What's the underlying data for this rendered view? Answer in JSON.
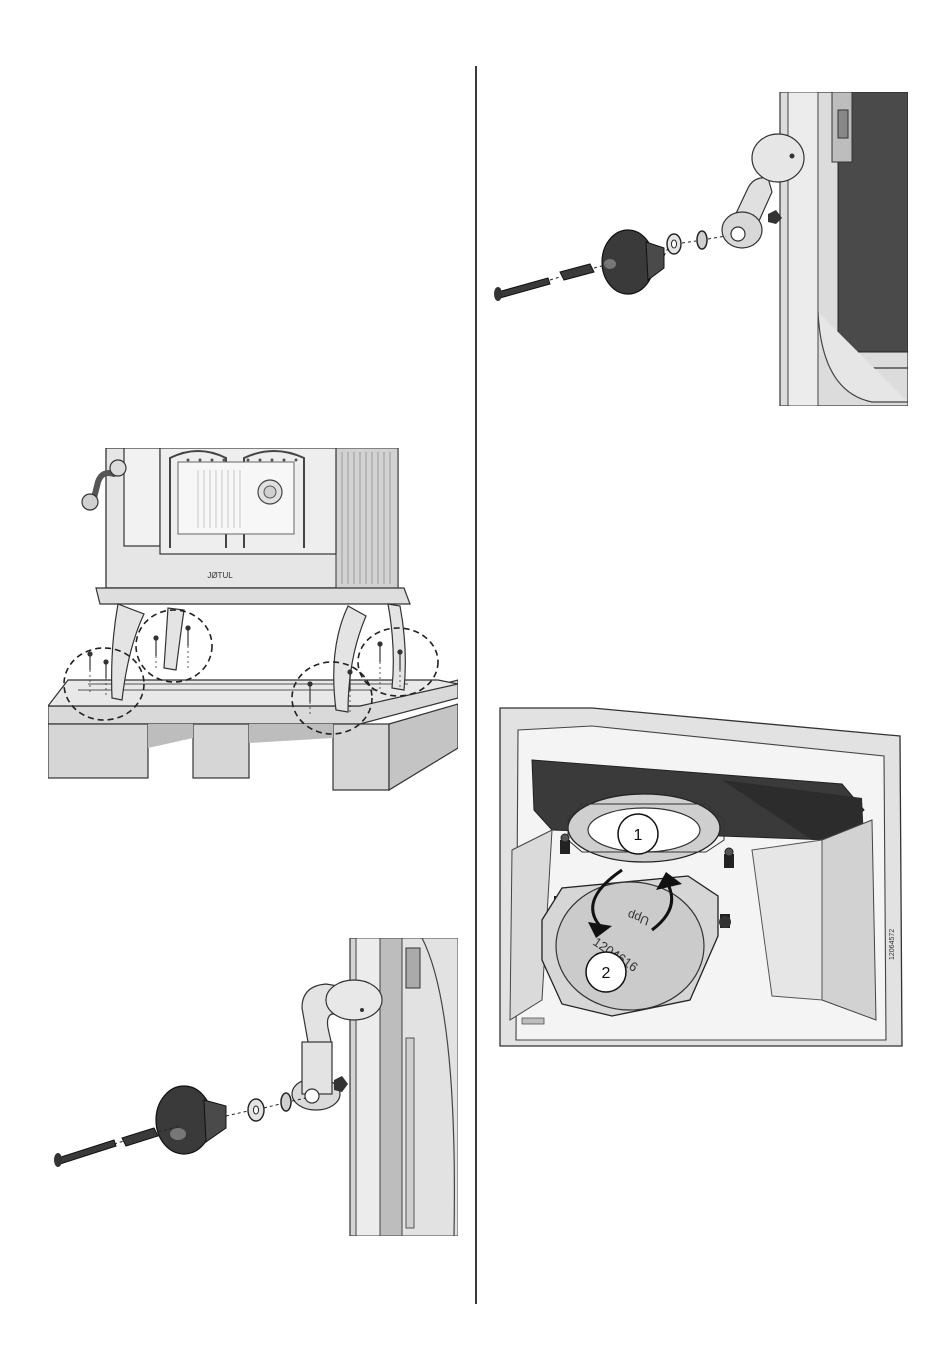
{
  "figures": {
    "stove_on_pallet": {
      "brand_mark": "JØTUL"
    },
    "handle_assembly_left": {},
    "handle_assembly_right": {},
    "interior_baffle": {
      "callout_1": "1",
      "callout_2": "2",
      "part_number": "1204616",
      "label_upp": "Upp",
      "side_code": "12064572"
    }
  }
}
